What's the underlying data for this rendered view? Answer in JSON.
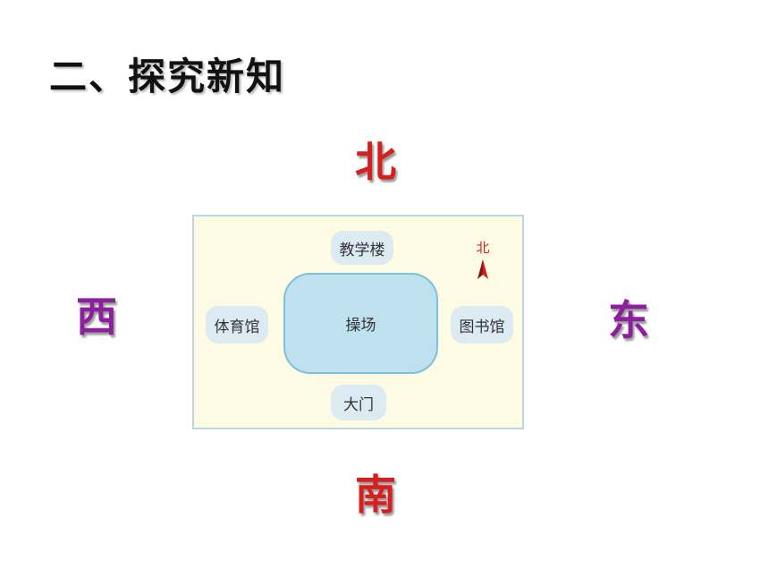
{
  "heading": "二、探究新知",
  "directions": {
    "north": "北",
    "south": "南",
    "west": "西",
    "east": "东"
  },
  "map": {
    "teaching_building": "教学楼",
    "gym": "体育馆",
    "playground": "操场",
    "library": "图书馆",
    "gate": "大门",
    "compass_label": "北"
  },
  "colors": {
    "north_south": "#d61f1f",
    "east_west": "#8c1f9e",
    "map_bg": "#fdfbe4",
    "pill_bg": "#dceaf2",
    "field_bg": "#bfe0ef"
  },
  "icons": {
    "compass": "north-arrow-icon"
  }
}
